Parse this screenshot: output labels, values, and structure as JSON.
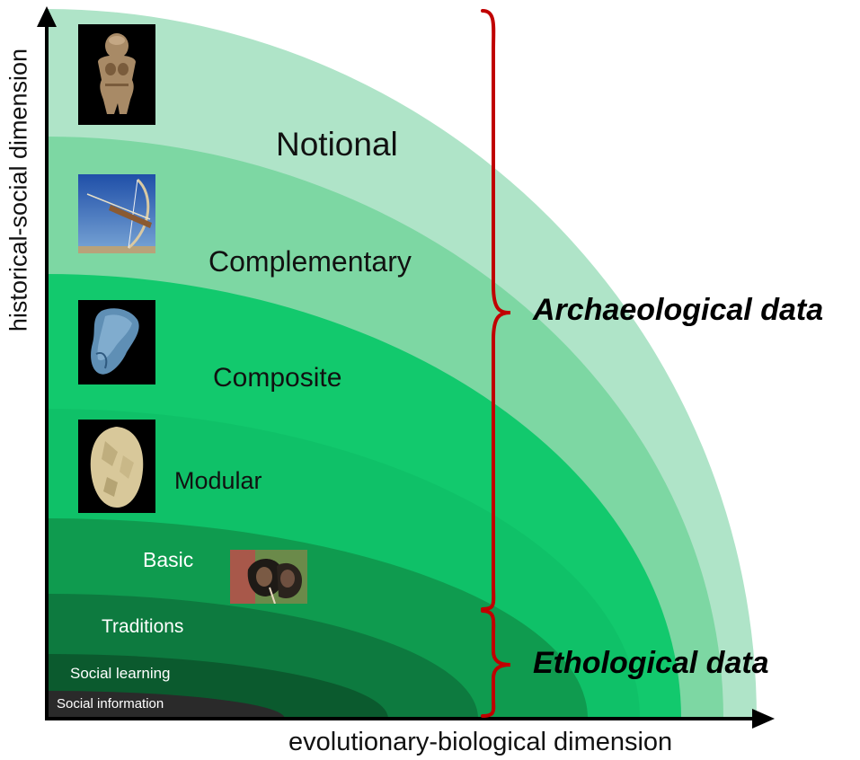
{
  "axes": {
    "x_label": "evolutionary-biological dimension",
    "y_label": "historical-social dimension"
  },
  "layers": [
    {
      "label": "Notional",
      "color": "#afe4c8"
    },
    {
      "label": "Complementary",
      "color": "#7dd7a3"
    },
    {
      "label": "Composite",
      "color": "#12c96d"
    },
    {
      "label": "Modular",
      "color": "#0fc168"
    },
    {
      "label": "Basic",
      "color": "#0f9b4f"
    },
    {
      "label": "Traditions",
      "color": "#0d7a3f"
    },
    {
      "label": "Social learning",
      "color": "#0b5a2e"
    },
    {
      "label": "Social information",
      "color": "#2a2a2a"
    }
  ],
  "brackets": {
    "archaeological": "Archaeological data",
    "ethological": "Ethological data",
    "color": "#c00000"
  },
  "images": [
    {
      "name": "venus-figurine-image"
    },
    {
      "name": "bow-and-arrow-image"
    },
    {
      "name": "blade-tool-image"
    },
    {
      "name": "handaxe-image"
    },
    {
      "name": "chimpanzee-image"
    }
  ]
}
